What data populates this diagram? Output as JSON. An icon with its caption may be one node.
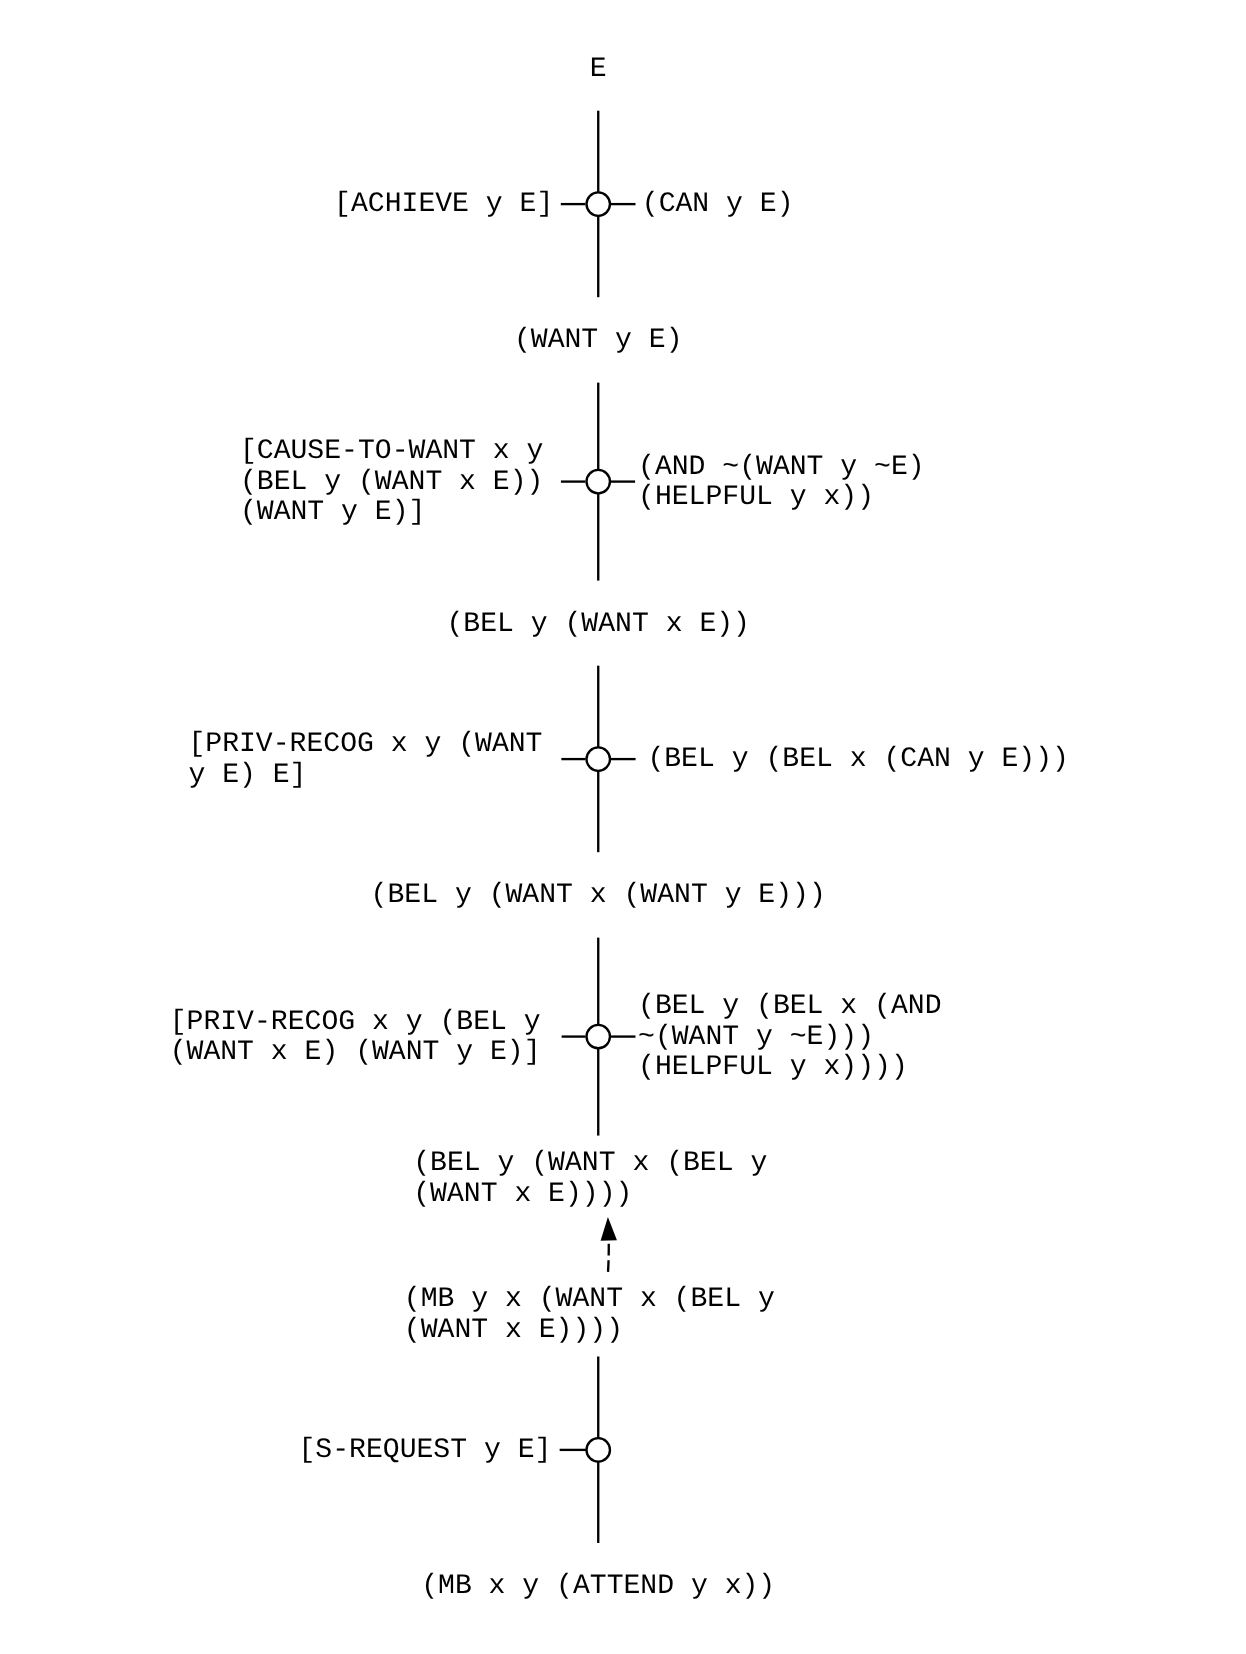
{
  "diagram": {
    "nodes": [
      {
        "text": [
          "E"
        ]
      },
      {
        "text": [
          "[ACHIEVE y E]"
        ]
      },
      {
        "text": [],
        "shape": "circle"
      },
      {
        "text": [
          "(CAN y E)"
        ]
      },
      {
        "text": [
          "(WANT y E)"
        ]
      },
      {
        "text": [
          "[CAUSE-TO-WANT x y (BEL y (WANT x E)) (WANT y E)]"
        ]
      },
      {
        "text": [],
        "shape": "circle"
      },
      {
        "text": [
          "(AND ~(WANT y ~E) (HELPFUL y x))"
        ]
      },
      {
        "text": [
          "(BEL y (WANT x E))"
        ]
      },
      {
        "text": [
          "[PRIV-RECOG x y (WANT y E) E]"
        ]
      },
      {
        "text": [],
        "shape": "circle"
      },
      {
        "text": [
          "(BEL y (BEL x (CAN y E)))"
        ]
      },
      {
        "text": [
          "(BEL y (WANT x (WANT y E)))"
        ]
      },
      {
        "text": [
          "[PRIV-RECOG x y (BEL y (WANT x E) (WANT y E)]"
        ]
      },
      {
        "text": [],
        "shape": "circle"
      },
      {
        "text": [
          "(BEL y (BEL x (AND ~(WANT y ~E))) (HELPFUL y x))))"
        ]
      },
      {
        "text": [
          "(BEL y (WANT x (BEL y (WANT x E))))"
        ]
      },
      {
        "text": [
          "(MB y x (WANT x (BEL y (WANT x E))))"
        ]
      },
      {
        "text": [
          "[S-REQUEST y E]"
        ]
      },
      {
        "text": [],
        "shape": "circle"
      },
      {
        "text": [
          "(MB x y (ATTEND y x))"
        ]
      }
    ],
    "edges": [
      {
        "from": 0,
        "to": 2,
        "arrow": "none"
      },
      {
        "from": 1,
        "to": 2,
        "arrow": "none"
      },
      {
        "from": 2,
        "to": 3,
        "arrow": "none"
      },
      {
        "from": 2,
        "to": 4,
        "arrow": "none"
      },
      {
        "from": 4,
        "to": 6,
        "arrow": "none"
      },
      {
        "from": 5,
        "to": 6,
        "arrow": "none"
      },
      {
        "from": 6,
        "to": 7,
        "arrow": "none"
      },
      {
        "from": 6,
        "to": 8,
        "arrow": "none"
      },
      {
        "from": 8,
        "to": 10,
        "arrow": "none"
      },
      {
        "from": 9,
        "to": 10,
        "arrow": "none"
      },
      {
        "from": 10,
        "to": 11,
        "arrow": "none"
      },
      {
        "from": 10,
        "to": 12,
        "arrow": "none"
      },
      {
        "from": 12,
        "to": 14,
        "arrow": "none"
      },
      {
        "from": 13,
        "to": 14,
        "arrow": "none"
      },
      {
        "from": 14,
        "to": 15,
        "arrow": "none"
      },
      {
        "from": 14,
        "to": 16,
        "arrow": "none"
      },
      {
        "from": 17,
        "to": 16,
        "arrow": "to",
        "style": "dashed"
      },
      {
        "from": 17,
        "to": 19,
        "arrow": "none"
      },
      {
        "from": 18,
        "to": 19,
        "arrow": "none"
      },
      {
        "from": 19,
        "to": 20,
        "arrow": "none"
      }
    ]
  }
}
